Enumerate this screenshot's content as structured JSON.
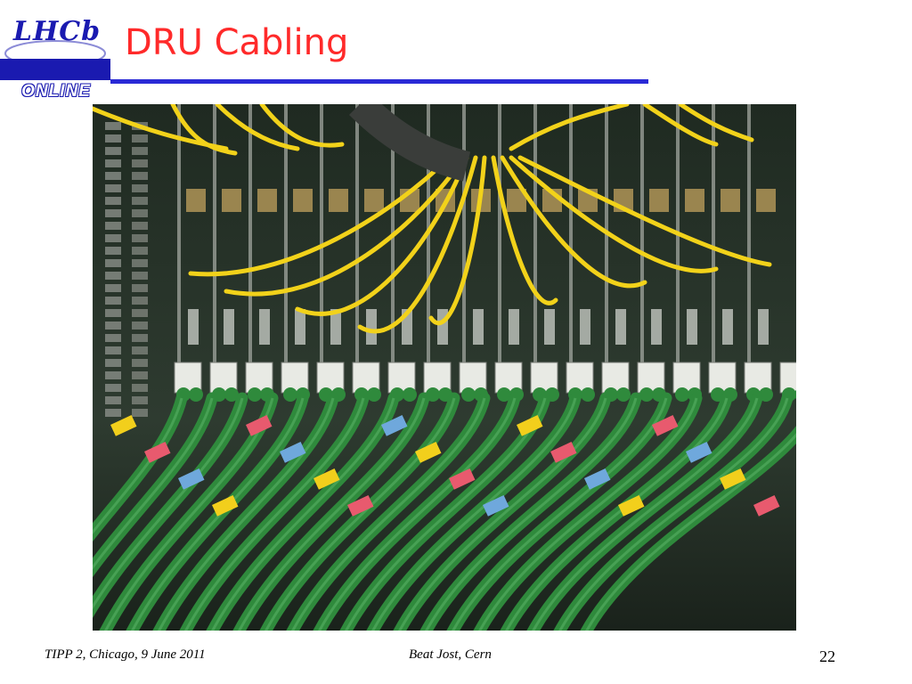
{
  "slide": {
    "title": "DRU Cabling",
    "page_number": "22"
  },
  "logo": {
    "text_lhcb": "LHCb",
    "text_online": "ONLINE",
    "icon": "lhcb-online-logo"
  },
  "footer": {
    "left": "TIPP 2, Chicago, 9 June 2011",
    "center": "Beat Jost, Cern"
  },
  "photo": {
    "subject": "photo",
    "icon": "photo"
  },
  "colors": {
    "title": "#ff2a2a",
    "rule": "#2a2ad6",
    "logo_blue": "#1a1ab0",
    "fiber": "#f2d21a",
    "cable": "#2f8a3c",
    "board": "#2c3a2c"
  }
}
